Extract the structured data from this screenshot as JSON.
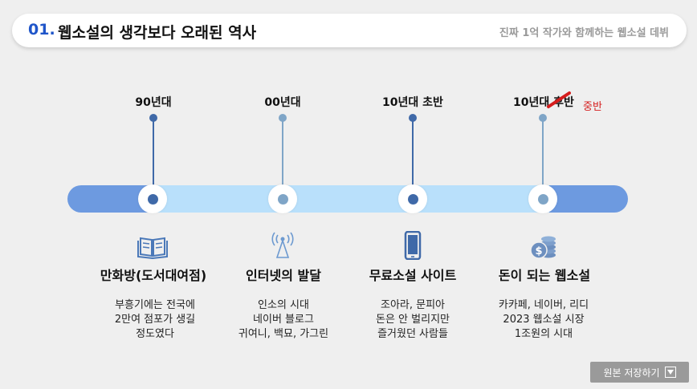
{
  "header": {
    "number": "01.",
    "title": "웹소설의 생각보다 오래된 역사",
    "subtitle": "진짜 1억 작가와 함께하는 웹소설 데뷔"
  },
  "timeline": [
    {
      "era": "90년대",
      "dot_color": "#3f69a8",
      "icon": "book-icon",
      "title": "만화방(도서대여점)",
      "desc": [
        "부흥기에는 전국에",
        "2만여 점포가 생길",
        "정도였다"
      ]
    },
    {
      "era": "00년대",
      "dot_color": "#7fa5c7",
      "icon": "antenna-icon",
      "title": "인터넷의 발달",
      "desc": [
        "인소의 시대",
        "네이버 블로그",
        "귀여니, 백묘, 가그린"
      ]
    },
    {
      "era": "10년대 초반",
      "dot_color": "#3f69a8",
      "icon": "smartphone-icon",
      "title": "무료소설 사이트",
      "desc": [
        "조아라, 문피아",
        "돈은 안 벌리지만",
        "즐거웠던 사람들"
      ]
    },
    {
      "era": "10년대 후반",
      "era_correction": "중반",
      "dot_color": "#7fa5c7",
      "icon": "coins-icon",
      "title": "돈이 되는 웹소설",
      "desc": [
        "카카페, 네이버, 리디",
        "2023 웹소설 시장",
        "1조원의 시대"
      ]
    }
  ],
  "save_button": {
    "label": "원본 저장하기"
  },
  "colors": {
    "accent": "#1f55c9",
    "timeline_dark": "#6d9ae0",
    "timeline_light": "#b9e0fb",
    "correction": "#d51d1d"
  }
}
